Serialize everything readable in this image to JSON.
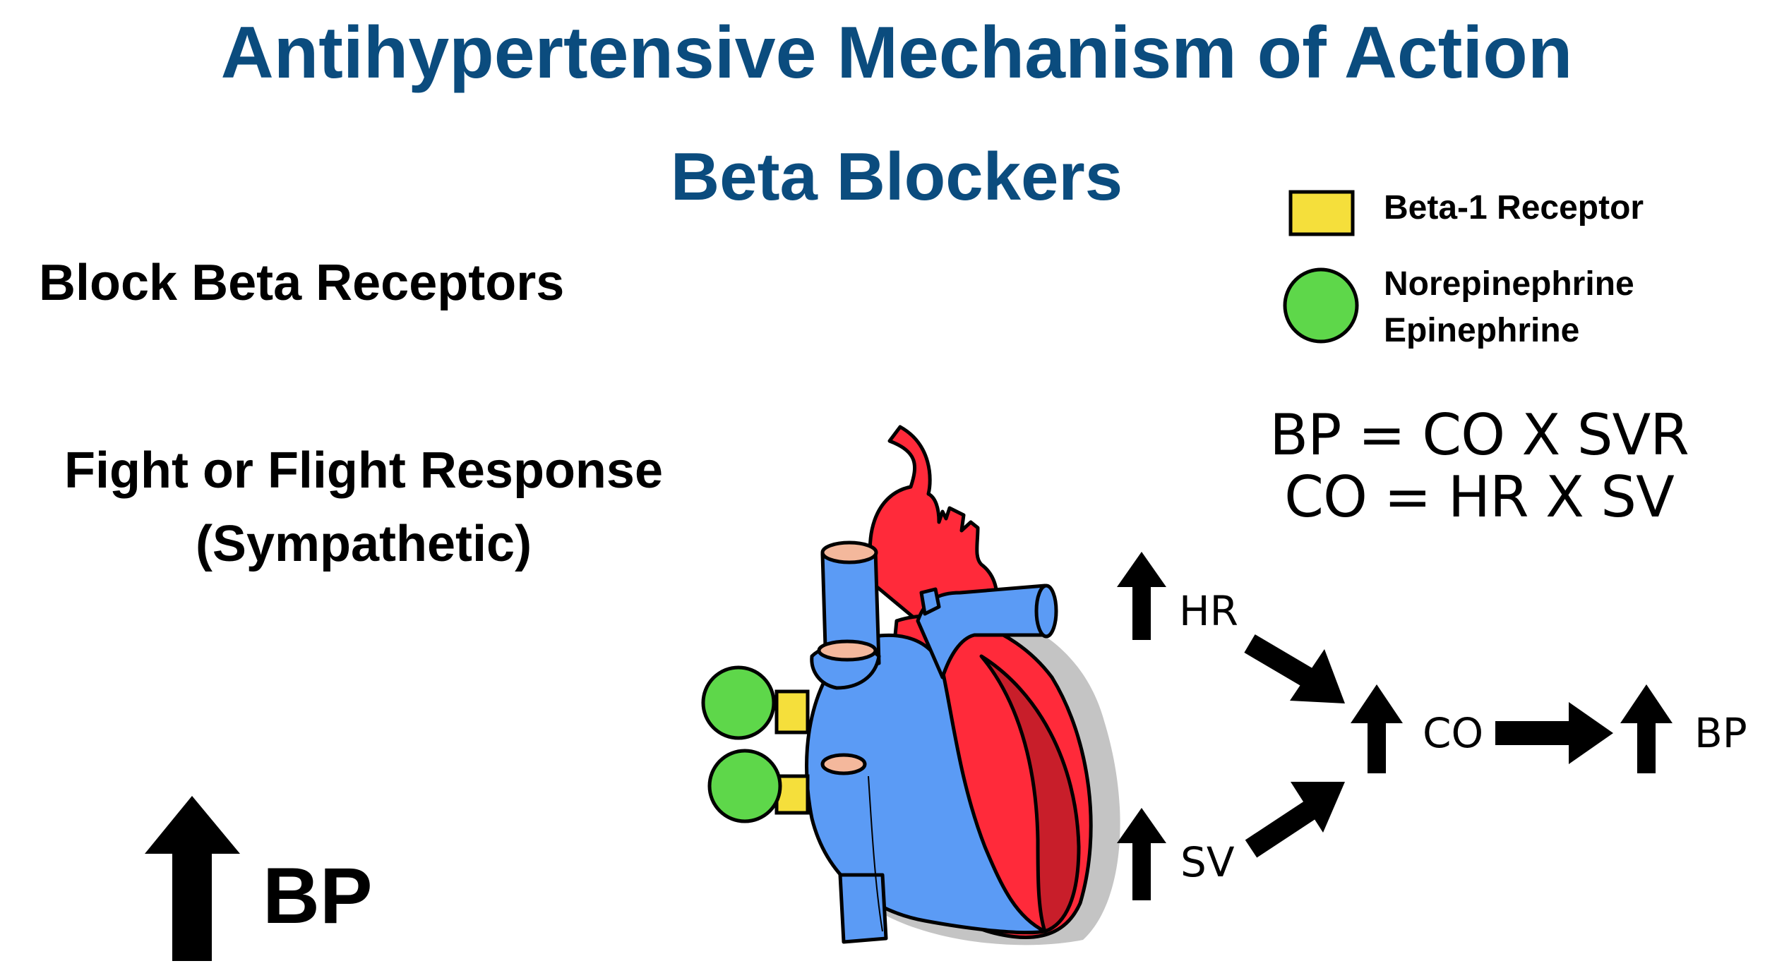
{
  "title": "Antihypertensive Mechanism of Action",
  "subtitle": "Beta Blockers",
  "left_panel": {
    "block_label": "Block Beta Receptors",
    "fight_line1": "Fight or Flight Response",
    "fight_line2": "(Sympathetic)",
    "bp_label": "BP"
  },
  "legend": {
    "beta_receptor": "Beta-1 Receptor",
    "ligand_line1": "Norepinephrine",
    "ligand_line2": "Epinephrine",
    "receptor_color": "#f5df3b",
    "ligand_color": "#5ed74a"
  },
  "equations": {
    "eq1": "BP = CO X SVR",
    "eq2": "CO = HR X SV"
  },
  "flow": {
    "hr": "HR",
    "sv": "SV",
    "co": "CO",
    "bp": "BP"
  },
  "colors": {
    "title": "#0b4c7e",
    "heart_red": "#ff2a3a",
    "heart_blue": "#5b9bf5",
    "heart_dark_red": "#c81e2a",
    "vessel_cap": "#f4b89c"
  }
}
